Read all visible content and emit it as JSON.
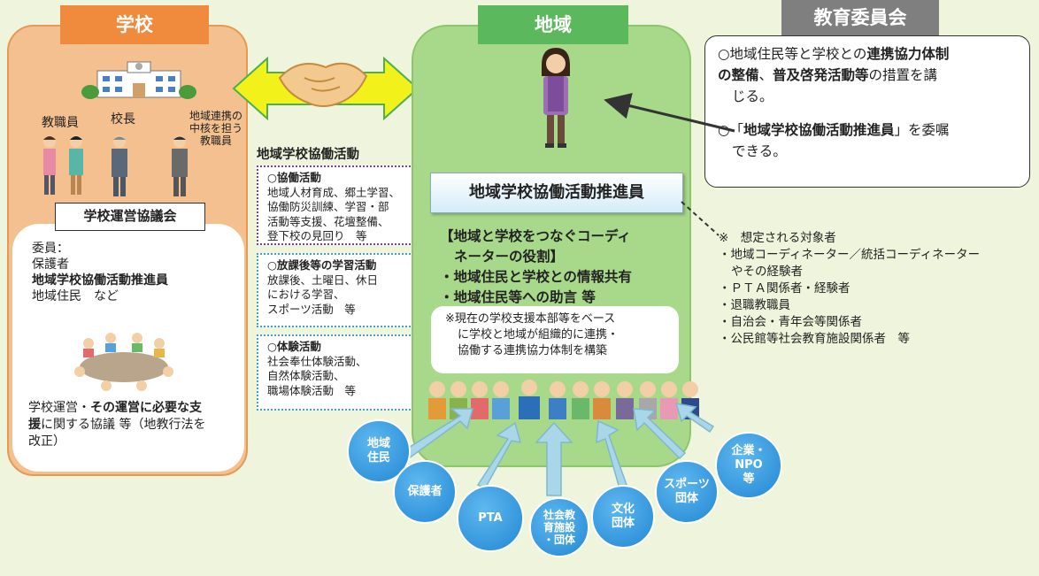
{
  "school": {
    "header": "学校",
    "staff_label": "教職員",
    "principal_label": "校長",
    "coordinator_label_1": "地域連携の",
    "coordinator_label_2": "中核を担う",
    "coordinator_label_3": "教職員",
    "council_title": "学校運営協議会",
    "members_1": "委員：",
    "members_2": "保護者",
    "members_3": "地域学校協働活動推進員",
    "members_4": "地域住民　など",
    "desc_1a": "学校運営・",
    "desc_1b": "その運営に必要な支",
    "desc_2a": "援",
    "desc_2b": "に関する協議 等（地教行法を",
    "desc_3": "改正）"
  },
  "activities": {
    "title": "地域学校協働活動",
    "a1_head": "○協働活動",
    "a1_l1": "地域人材育成、郷土学習、",
    "a1_l2": "協働防災訓練、学習・部",
    "a1_l3": "活動等支援、花壇整備、",
    "a1_l4": "登下校の見回り　等",
    "a2_head": "○放課後等の学習活動",
    "a2_l1": "放課後、土曜日、休日",
    "a2_l2": "における学習、",
    "a2_l3": "スポーツ活動　等",
    "a3_head": "○体験活動",
    "a3_l1": "社会奉仕体験活動、",
    "a3_l2": "自然体験活動、",
    "a3_l3": "職場体験活動　等"
  },
  "region": {
    "header": "地域",
    "promoter": "地域学校協働活動推進員",
    "role_1": "【地域と学校をつなぐコーディ",
    "role_2": "ネーターの役割】",
    "role_3": "・地域住民と学校との情報共有",
    "role_4": "・地域住民等への助言 等",
    "note_1": "※現在の学校支援本部等をベース",
    "note_2": "に学校と地域が組織的に連携・",
    "note_3": "協働する連携協力体制を構築"
  },
  "board": {
    "header": "教育委員会",
    "l1a": "○地域住民等と学校との",
    "l1b": "連携協力体制",
    "l2a": "の整備",
    "l2b": "、",
    "l2c": "普及啓発活動等",
    "l2d": "の措置を講",
    "l3": "じる。",
    "l4a": "○「",
    "l4b": "地域学校協働活動推進員",
    "l4c": "」を委嘱",
    "l5": "できる。"
  },
  "targets": {
    "head": "※　想定される対象者",
    "t1": "・地域コーディネーター／統括コーディネーター",
    "t1b": "やその経験者",
    "t2": "・ＰＴＡ関係者・経験者",
    "t3": "・退職教職員",
    "t4": "・自治会・青年会等関係者",
    "t5": "・公民館等社会教育施設関係者　等"
  },
  "circles": {
    "c1a": "地域",
    "c1b": "住民",
    "c2": "保護者",
    "c3": "PTA",
    "c4a": "社会教",
    "c4b": "育施設",
    "c4c": "・団体",
    "c5a": "文化",
    "c5b": "団体",
    "c6a": "スポーツ",
    "c6b": "団体",
    "c7a": "企業・",
    "c7b": "NPO",
    "c7c": "等"
  },
  "colors": {
    "school_orange": "#f08a3c",
    "region_green": "#5cb85c",
    "board_gray": "#7f7f7f",
    "circle_blue": "#2187d4",
    "arrow_yellow": "#f2f21a"
  }
}
